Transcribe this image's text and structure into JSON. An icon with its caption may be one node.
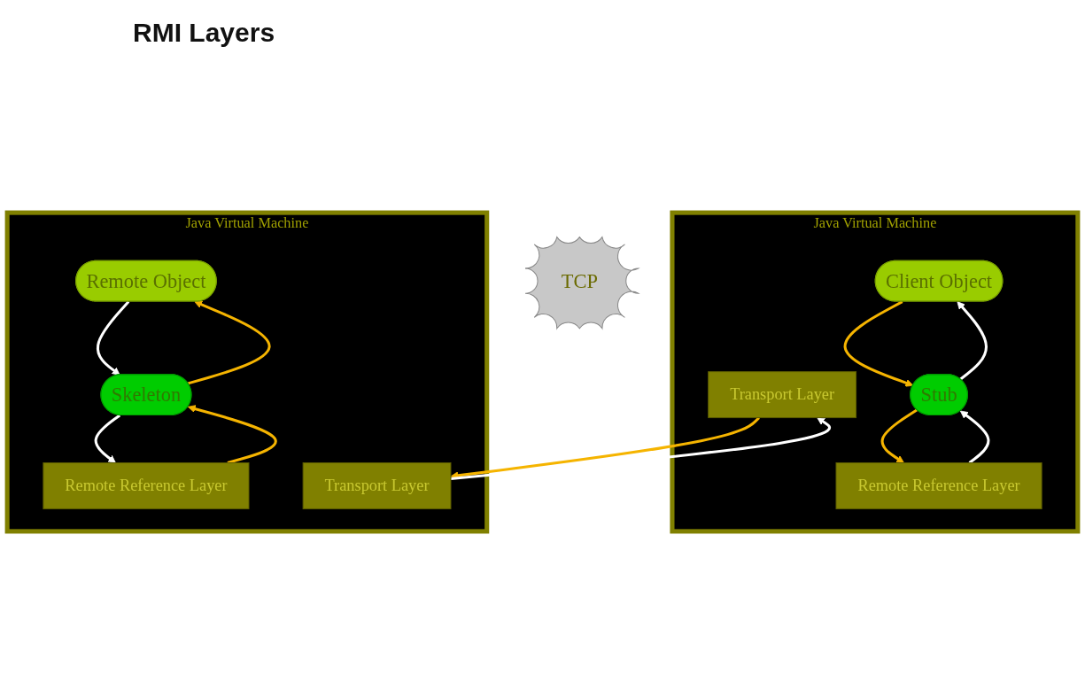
{
  "diagram": {
    "title": "RMI Layers",
    "nodes": [
      {
        "text": [
          "Java Virtual Machine"
        ]
      },
      {
        "text": [
          "Client Object"
        ],
        "in": 0
      },
      {
        "text": [
          "Stub"
        ],
        "in": 0
      },
      {
        "text": [
          "Remote Reference Layer"
        ],
        "in": 0
      },
      {
        "text": [
          "Transport Layer"
        ],
        "in": 0
      },
      {
        "text": [
          "Java Virtual Machine"
        ]
      },
      {
        "text": [
          "Remote Object"
        ],
        "in": 5
      },
      {
        "text": [
          "Skeleton"
        ],
        "in": 5
      },
      {
        "text": [
          "Remote Reference Layer"
        ],
        "in": 5
      },
      {
        "text": [
          "Transport Layer"
        ],
        "in": 5
      },
      {
        "text": [
          "TCP"
        ]
      }
    ],
    "edges": [
      {
        "from": 1,
        "to": 2,
        "arrow": "to",
        "color": "#f5b400"
      },
      {
        "from": 2,
        "to": 3,
        "arrow": "to",
        "color": "#f5b400"
      },
      {
        "from": 3,
        "to": 2,
        "arrow": "to",
        "color": "#ffffff"
      },
      {
        "from": 2,
        "to": 1,
        "arrow": "to",
        "color": "#ffffff"
      },
      {
        "from": 4,
        "to": 9,
        "arrow": "to",
        "color": "#f5b400"
      },
      {
        "from": 9,
        "to": 4,
        "arrow": "to",
        "color": "#ffffff"
      },
      {
        "from": 8,
        "to": 7,
        "arrow": "to",
        "color": "#f5b400"
      },
      {
        "from": 7,
        "to": 6,
        "arrow": "to",
        "color": "#f5b400"
      },
      {
        "from": 6,
        "to": 7,
        "arrow": "to",
        "color": "#ffffff"
      },
      {
        "from": 7,
        "to": 8,
        "arrow": "to",
        "color": "#ffffff"
      }
    ]
  }
}
